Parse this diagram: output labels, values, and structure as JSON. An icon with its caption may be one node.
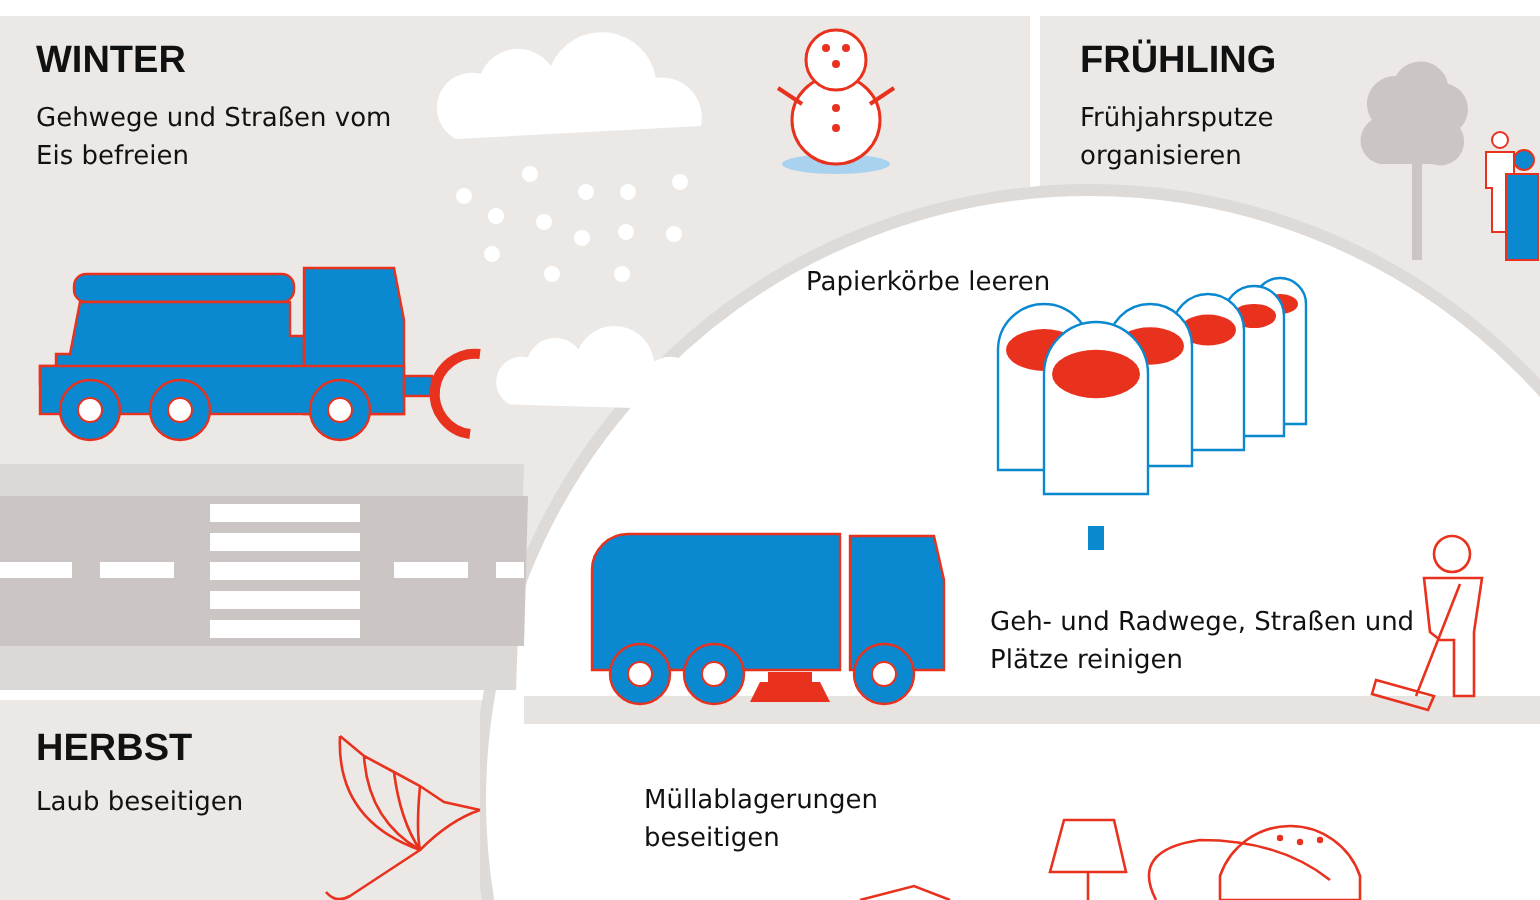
{
  "diagram": {
    "nodes": [
      {
        "text": [
          "Papierkörbe leeren",
          "Geh- und Radwege, Straßen und Plätze reinigen",
          "Müllablagerungen beseitigen"
        ]
      }
    ],
    "labels": [
      "WINTER",
      "Gehwege und Straßen vom Eis befreien",
      "FRÜHLING",
      "Frühjahrsputze organisieren",
      "HERBST",
      "Laub beseitigen"
    ]
  }
}
